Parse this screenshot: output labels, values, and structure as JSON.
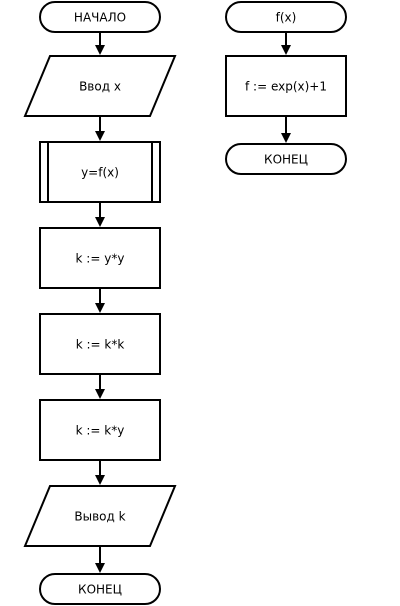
{
  "flowcharts": {
    "main": {
      "start": "НАЧАЛО",
      "input": "Ввод x",
      "call": "y=f(x)",
      "step1": "k := y*y",
      "step2": "k := k*k",
      "step3": "k := k*y",
      "output": "Вывод k",
      "end": "КОНЕЦ"
    },
    "function": {
      "start": "f(x)",
      "step1": "f := exp(x)+1",
      "end": "КОНЕЦ"
    }
  }
}
